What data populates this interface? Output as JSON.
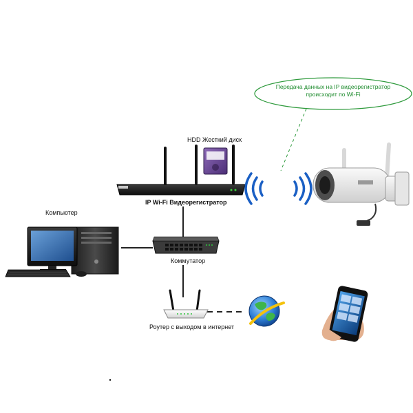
{
  "callout": {
    "line1": "Передача данных на IP видеорегистратор",
    "line2": "происходит по Wi-Fi"
  },
  "labels": {
    "hdd": "HDD Жесткий диск",
    "nvr": "IP Wi-Fi Видеорегистратор",
    "computer": "Компьютер",
    "switch": "Коммутатор",
    "router": "Роутер с выходом в интернет"
  },
  "colors": {
    "callout_border": "#2e9a3c",
    "callout_text": "#1b8a2b",
    "wifi_waves": "#1a5fc4",
    "cable": "#222222",
    "dashed_link": "#2e9a3c"
  },
  "icons": [
    "computer-icon",
    "monitor-icon",
    "nvr-icon",
    "hdd-icon",
    "switch-icon",
    "router-icon",
    "internet-globe-icon",
    "ip-camera-icon",
    "smartphone-icon",
    "wifi-waves-icon"
  ]
}
